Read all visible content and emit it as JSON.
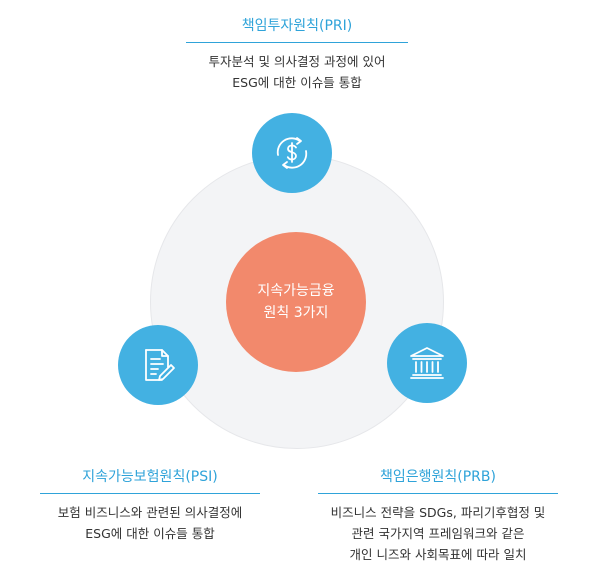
{
  "center": {
    "line1": "지속가능금융",
    "line2": "원칙 3가지"
  },
  "pri": {
    "title": "책임투자원칙(PRI)",
    "desc_line1": "투자분석 및 의사결정 과정에 있어",
    "desc_line2": "ESG에 대한 이슈들 통합",
    "icon": "dollar-cycle-icon"
  },
  "psi": {
    "title": "지속가능보험원칙(PSI)",
    "desc_line1": "보험 비즈니스와 관련된 의사결정에",
    "desc_line2": "ESG에 대한 이슈들 통합",
    "icon": "document-pen-icon"
  },
  "prb": {
    "title": "책임은행원칙(PRB)",
    "desc_line1": "비즈니스 전략을 SDGs, 파리기후협정 및",
    "desc_line2": "관련 국가지역 프레임워크와 같은",
    "desc_line3": "개인 니즈와 사회목표에 따라 일치",
    "icon": "bank-building-icon"
  },
  "colors": {
    "accent_blue": "#43b1e2",
    "title_blue": "#2fa3d9",
    "core_salmon": "#f2896c",
    "ring_gray": "#f3f4f6",
    "text_dark": "#333333"
  }
}
